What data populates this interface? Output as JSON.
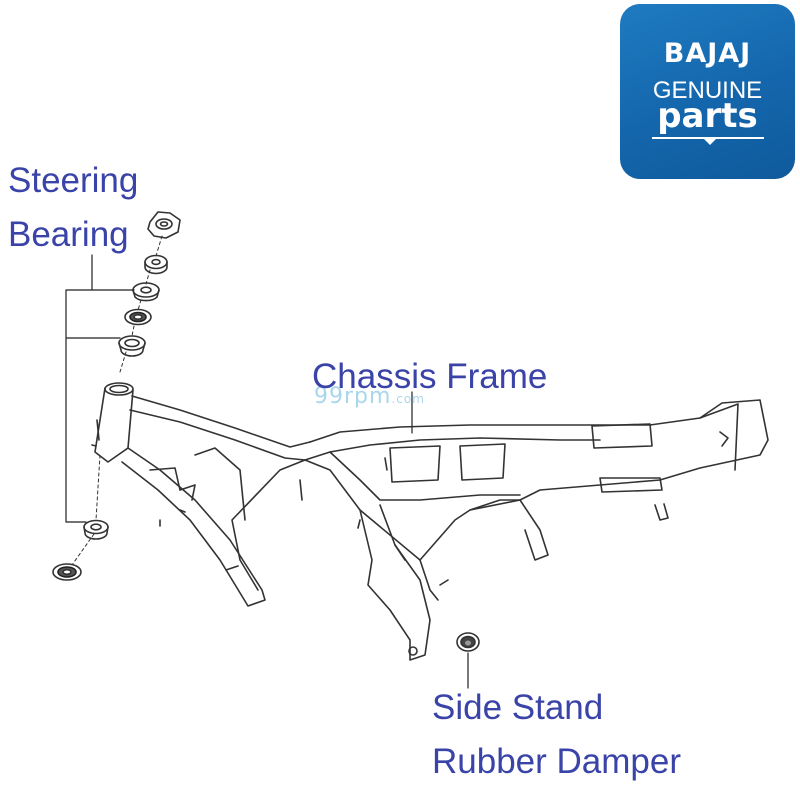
{
  "callouts": {
    "steering_line1": "Steering",
    "steering_line2": "Bearing",
    "chassis": "Chassis Frame",
    "damper_line1": "Side Stand",
    "damper_line2": "Rubber Damper"
  },
  "logo": {
    "brand": "BAJAJ",
    "line2": "GENUINE",
    "line3": "parts"
  },
  "watermark": {
    "main": "99rpm",
    "suffix": ".com"
  },
  "colors": {
    "label": "#3a43a8",
    "logo_bg": "#1466ac",
    "line": "#333333",
    "watermark": "#9fd3ea"
  }
}
